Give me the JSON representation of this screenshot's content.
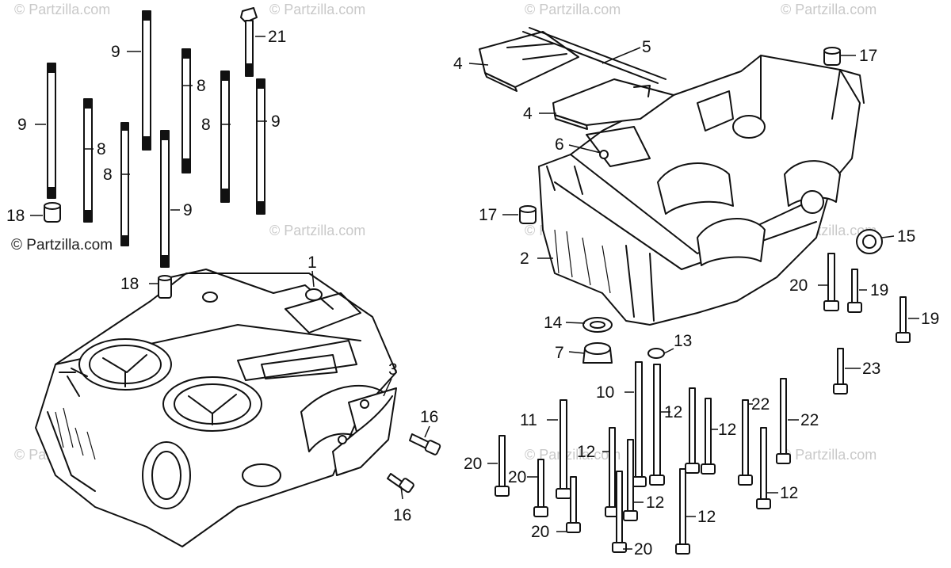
{
  "watermarks": {
    "light": "© Partzilla.com",
    "dark": "© Partzilla.com"
  },
  "callouts": [
    {
      "id": "c1",
      "text": "1"
    },
    {
      "id": "c2",
      "text": "2"
    },
    {
      "id": "c3",
      "text": "3"
    },
    {
      "id": "c4a",
      "text": "4"
    },
    {
      "id": "c4b",
      "text": "4"
    },
    {
      "id": "c5",
      "text": "5"
    },
    {
      "id": "c6",
      "text": "6"
    },
    {
      "id": "c7",
      "text": "7"
    },
    {
      "id": "c8a",
      "text": "8"
    },
    {
      "id": "c8b",
      "text": "8"
    },
    {
      "id": "c8c",
      "text": "8"
    },
    {
      "id": "c8d",
      "text": "8"
    },
    {
      "id": "c9a",
      "text": "9"
    },
    {
      "id": "c9b",
      "text": "9"
    },
    {
      "id": "c9c",
      "text": "9"
    },
    {
      "id": "c9d",
      "text": "9"
    },
    {
      "id": "c10",
      "text": "10"
    },
    {
      "id": "c11",
      "text": "11"
    },
    {
      "id": "c12a",
      "text": "12"
    },
    {
      "id": "c12b",
      "text": "12"
    },
    {
      "id": "c12c",
      "text": "12"
    },
    {
      "id": "c12d",
      "text": "12"
    },
    {
      "id": "c12e",
      "text": "12"
    },
    {
      "id": "c12f",
      "text": "12"
    },
    {
      "id": "c13",
      "text": "13"
    },
    {
      "id": "c14",
      "text": "14"
    },
    {
      "id": "c15",
      "text": "15"
    },
    {
      "id": "c16a",
      "text": "16"
    },
    {
      "id": "c16b",
      "text": "16"
    },
    {
      "id": "c17a",
      "text": "17"
    },
    {
      "id": "c17b",
      "text": "17"
    },
    {
      "id": "c18a",
      "text": "18"
    },
    {
      "id": "c18b",
      "text": "18"
    },
    {
      "id": "c19a",
      "text": "19"
    },
    {
      "id": "c19b",
      "text": "19"
    },
    {
      "id": "c20a",
      "text": "20"
    },
    {
      "id": "c20b",
      "text": "20"
    },
    {
      "id": "c20c",
      "text": "20"
    },
    {
      "id": "c20d",
      "text": "20"
    },
    {
      "id": "c20e",
      "text": "20"
    },
    {
      "id": "c21",
      "text": "21"
    },
    {
      "id": "c22a",
      "text": "22"
    },
    {
      "id": "c22b",
      "text": "22"
    },
    {
      "id": "c23",
      "text": "23"
    }
  ]
}
